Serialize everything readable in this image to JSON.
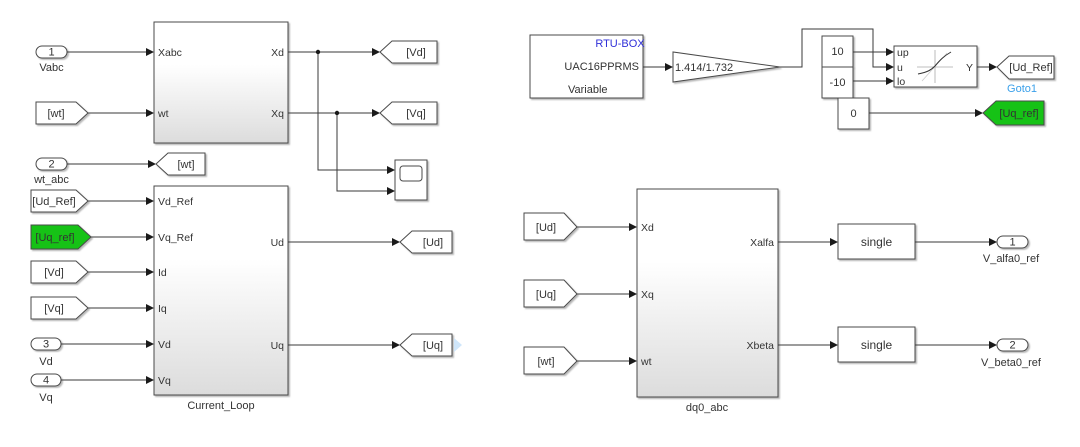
{
  "diagram": {
    "colors": {
      "wire": "#3a3a3a",
      "block_border": "#4a4a4a",
      "green_tag": "#19c219",
      "rtu_label": "#2f2fd8",
      "goto_label": "#3aa0ea"
    },
    "left": {
      "transform_block": {
        "inputs": [
          "Xabc",
          "wt"
        ],
        "outputs": [
          "Xd",
          "Xq"
        ]
      },
      "inport_vabc": {
        "number": "1",
        "name": "Vabc"
      },
      "from_wt": {
        "tag": "[wt]"
      },
      "inport_wt_abc": {
        "number": "2",
        "name": "wt_abc"
      },
      "goto_wt": {
        "tag": "[wt]"
      },
      "goto_vd": {
        "tag": "[Vd]"
      },
      "goto_vq": {
        "tag": "[Vq]"
      },
      "scope": {
        "icon": "scope-icon"
      },
      "current_loop": {
        "name": "Current_Loop",
        "inputs": [
          "Vd_Ref",
          "Vq_Ref",
          "Id",
          "Iq",
          "Vd",
          "Vq"
        ],
        "outputs": [
          "Ud",
          "Uq"
        ]
      },
      "from_ud_ref": {
        "tag": "[Ud_Ref]"
      },
      "from_uq_ref": {
        "tag": "[Uq_ref]"
      },
      "from_vd": {
        "tag": "[Vd]"
      },
      "from_vq": {
        "tag": "[Vq]"
      },
      "inport_vd": {
        "number": "3",
        "name": "Vd"
      },
      "inport_vq": {
        "number": "4",
        "name": "Vq"
      },
      "goto_ud": {
        "tag": "[Ud]"
      },
      "goto_uq": {
        "tag": "[Uq]"
      }
    },
    "right": {
      "rtu_box": {
        "title": "RTU-BOX",
        "port": "UAC16PPRMS",
        "type": "Variable"
      },
      "gain": {
        "value": "1.414/1.732"
      },
      "const_up": {
        "value": "10"
      },
      "const_lo": {
        "value": "-10"
      },
      "const_zero": {
        "value": "0"
      },
      "saturation": {
        "inputs": [
          "up",
          "u",
          "lo"
        ],
        "output": "Y"
      },
      "goto_ud_ref": {
        "tag": "[Ud_Ref]",
        "name": "Goto1"
      },
      "goto_uq_ref": {
        "tag": "[Uq_ref]"
      },
      "dq0_abc": {
        "name": "dq0_abc",
        "inputs": [
          "Xd",
          "Xq",
          "wt"
        ],
        "outputs": [
          "Xalfa",
          "Xbeta"
        ]
      },
      "from_ud": {
        "tag": "[Ud]"
      },
      "from_uq": {
        "tag": "[Uq]"
      },
      "from_wt": {
        "tag": "[wt]"
      },
      "convert_alfa": {
        "label": "single"
      },
      "convert_beta": {
        "label": "single"
      },
      "outport_alfa": {
        "number": "1",
        "name": "V_alfa0_ref"
      },
      "outport_beta": {
        "number": "2",
        "name": "V_beta0_ref"
      }
    }
  }
}
